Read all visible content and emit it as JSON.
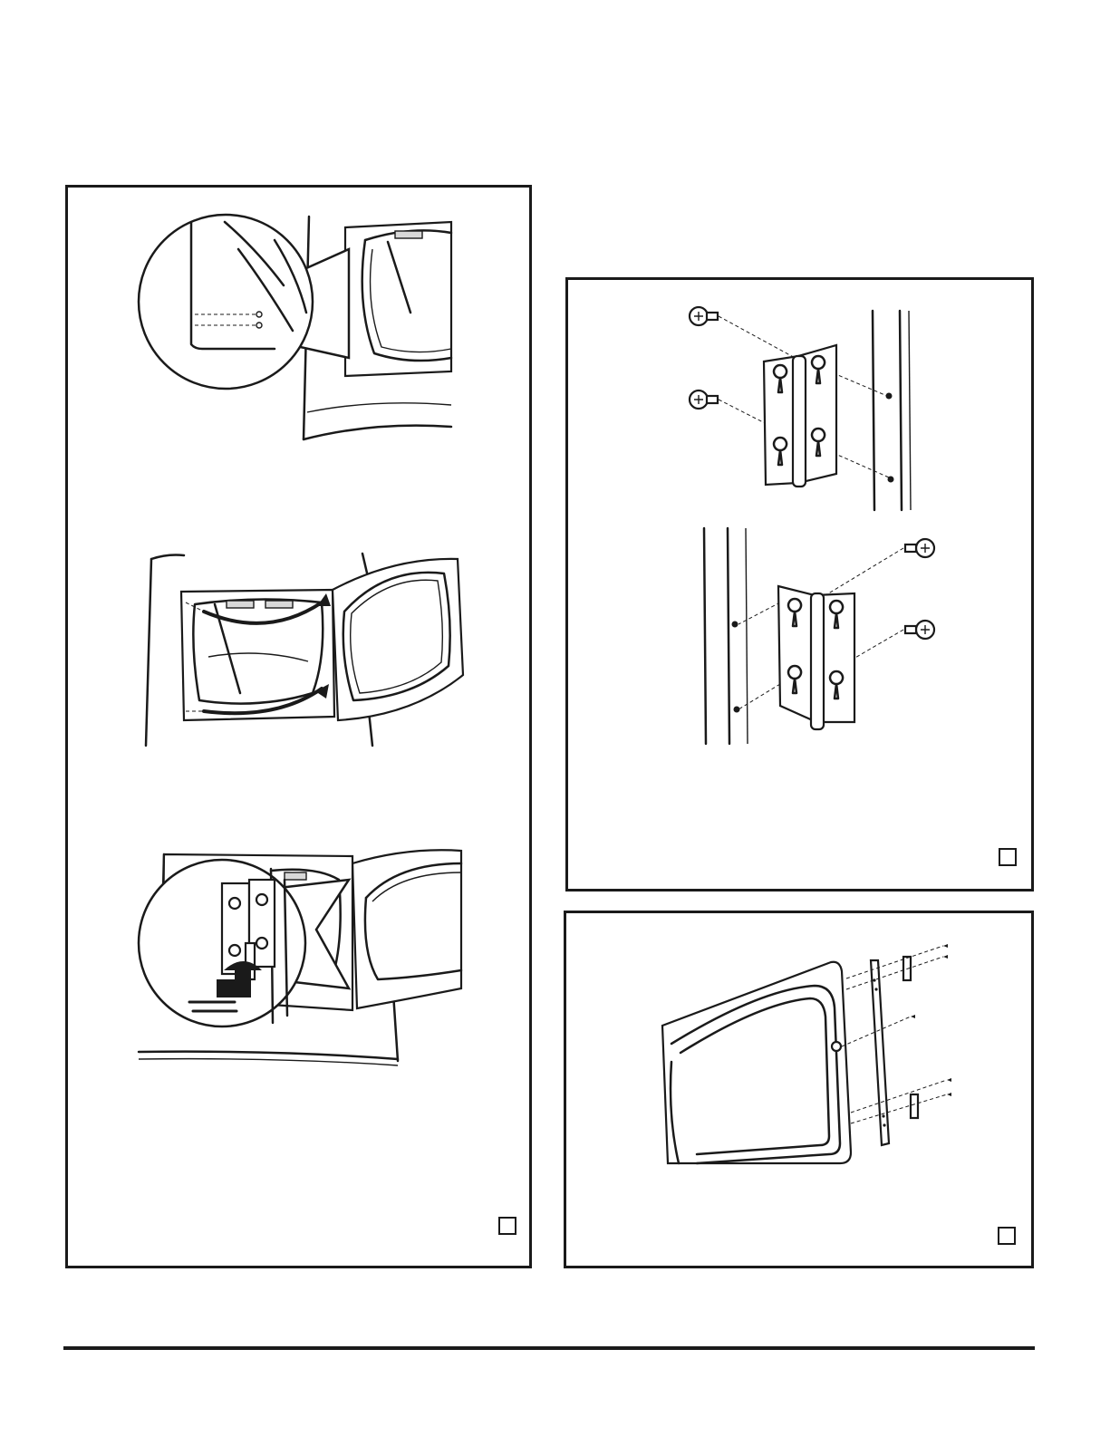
{
  "document": {
    "colors": {
      "line": "#1a1a1a",
      "paper": "#ffffff"
    },
    "panels": [
      {
        "id": "left",
        "figures": [
          "remove-door-screws",
          "swing-door-open",
          "slide-door-off-hinge"
        ],
        "has_checkbox": true
      },
      {
        "id": "hinge",
        "figures": [
          "hinge-screws-top",
          "hinge-screws-bottom"
        ],
        "has_checkbox": true
      },
      {
        "id": "strike",
        "figures": [
          "strike-plate-swap"
        ],
        "has_checkbox": true
      }
    ]
  }
}
